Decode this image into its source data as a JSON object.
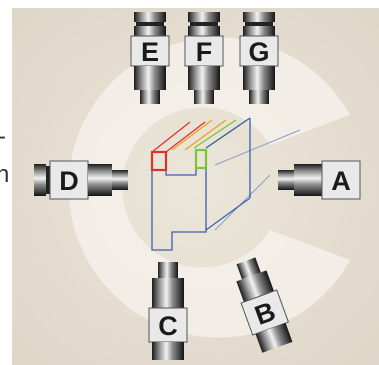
{
  "sensors": {
    "a": {
      "label": "A"
    },
    "b": {
      "label": "B"
    },
    "c": {
      "label": "C"
    },
    "d": {
      "label": "D"
    },
    "e": {
      "label": "E"
    },
    "f": {
      "label": "F"
    },
    "g": {
      "label": "G"
    }
  },
  "edge_text": {
    "line1": "-",
    "line2": "n"
  },
  "colors": {
    "background": "#e6dfd2",
    "disc": "#f3efe8",
    "outline_red": "#e0302a",
    "outline_green": "#7cc43a",
    "outline_blue": "#3a5fb0",
    "outline_orange": "#f0a020",
    "label_bg": "#e9e9e9"
  }
}
